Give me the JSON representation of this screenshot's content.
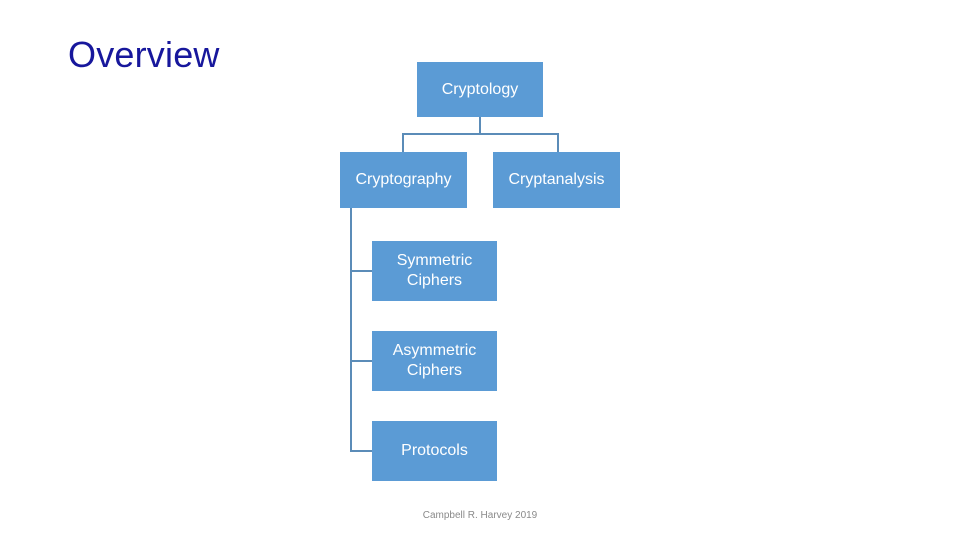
{
  "slide": {
    "title": "Overview",
    "title_color": "#17179c",
    "background_color": "#ffffff",
    "footer": "Campbell R. Harvey 2019",
    "footer_color": "#8a8a8a"
  },
  "theme": {
    "node_fill": "#5b9bd5",
    "node_text": "#ffffff",
    "connector_color": "#5b8cb8"
  },
  "diagram": {
    "type": "hierarchy-tree",
    "root": {
      "id": "cryptology",
      "label": "Cryptology"
    },
    "level2": [
      {
        "id": "cryptography",
        "label": "Cryptography"
      },
      {
        "id": "cryptanalysis",
        "label": "Cryptanalysis"
      }
    ],
    "level3": [
      {
        "id": "symmetric-ciphers",
        "label": "Symmetric\nCiphers"
      },
      {
        "id": "asymmetric-ciphers",
        "label": "Asymmetric\nCiphers"
      },
      {
        "id": "protocols",
        "label": "Protocols"
      }
    ]
  }
}
